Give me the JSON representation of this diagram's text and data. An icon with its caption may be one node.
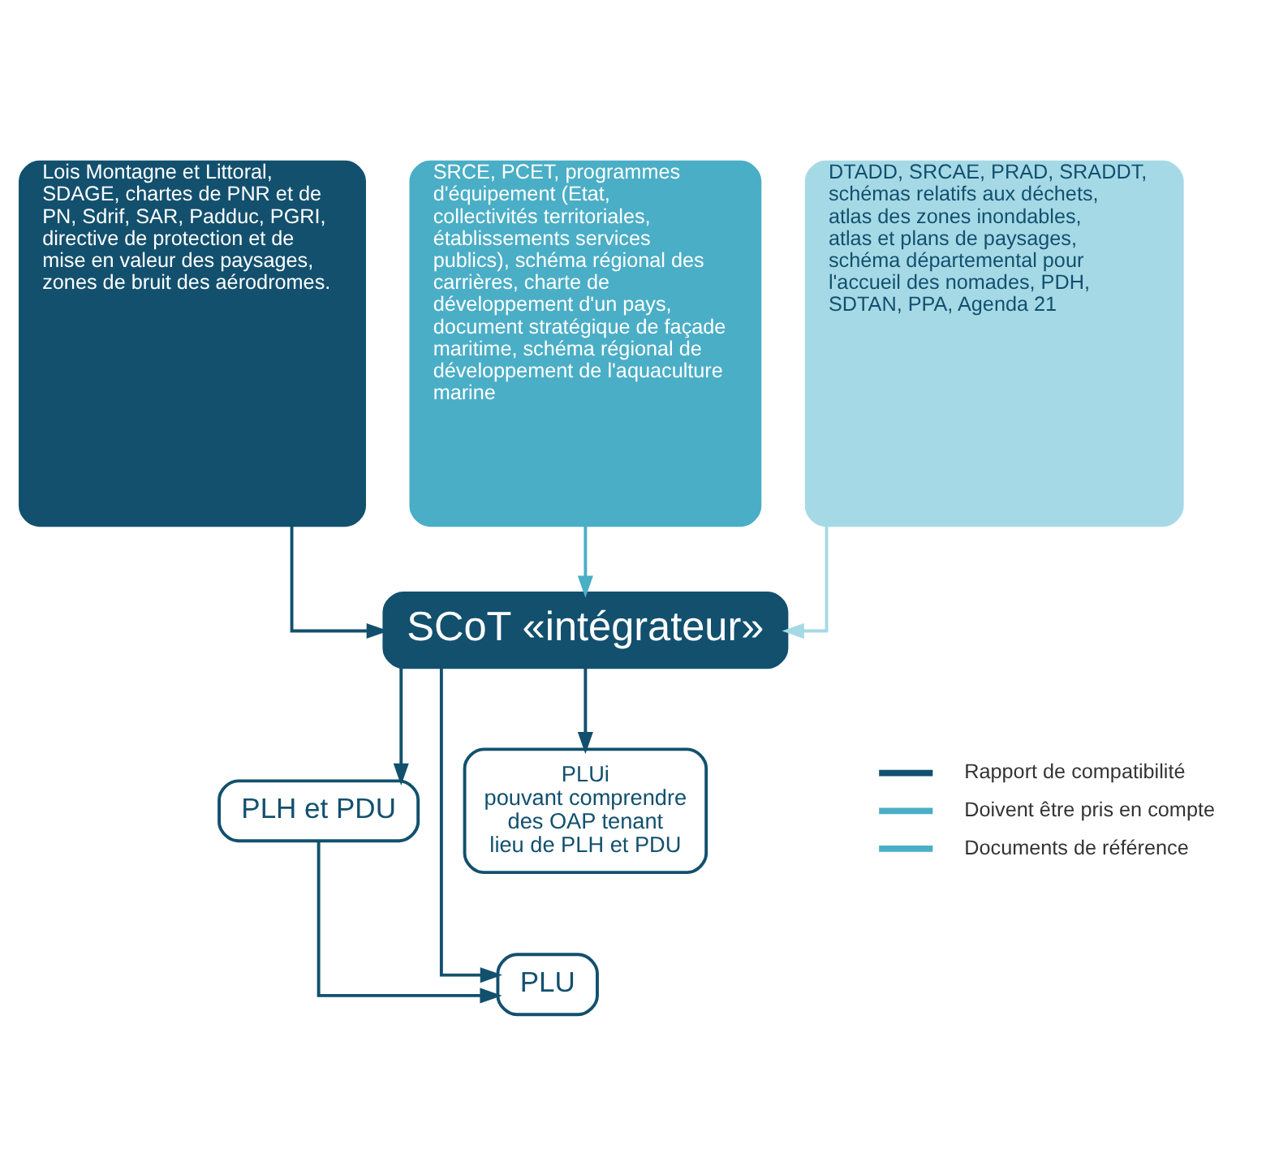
{
  "diagram": {
    "nodes": [
      {
        "text": [
          "Lois Montagne et Littoral, SDAGE, chartes de PNR et de PN, Sdrif, SAR, Padduc, PGRI, directive de protection et de mise en valeur des paysages, zones de bruit des aérodromes."
        ]
      },
      {
        "text": [
          "SRCE, PCET, programmes d'équipement (Etat, collectivités territoriales, établissements services publics), schéma régional des carrières, charte de développement d'un pays, document stratégique de façade maritime, schéma régional de développement de l'aquaculture marine"
        ]
      },
      {
        "text": [
          "DTADD, SRCAE, PRAD, SRADDT, schémas relatifs aux déchets, atlas des zones inondables, atlas et plans de paysages, schéma départemental pour l'accueil des nomades, PDH, SDTAN, PPA, Agenda 21"
        ]
      },
      {
        "text": [
          "SCoT «intégrateur»"
        ]
      },
      {
        "text": [
          "PLH et PDU"
        ]
      },
      {
        "text": [
          "PLUi",
          "pouvant comprendre des OAP tenant lieu de PLH et PDU"
        ]
      },
      {
        "text": [
          "PLU"
        ]
      }
    ],
    "edges": [
      {
        "from": 0,
        "to": 3,
        "arrow": "to"
      },
      {
        "from": 1,
        "to": 3,
        "arrow": "to",
        "color": "#4aaec6"
      },
      {
        "from": 2,
        "to": 3,
        "arrow": "to",
        "color": "#a6d9e6"
      },
      {
        "from": 3,
        "to": 4,
        "arrow": "to"
      },
      {
        "from": 3,
        "to": 6,
        "arrow": "to"
      },
      {
        "from": 3,
        "to": 5,
        "arrow": "to"
      },
      {
        "from": 4,
        "to": 6,
        "arrow": "to"
      }
    ],
    "legend": [
      {
        "text": "Rapport de compatibilité",
        "color": "#12506e"
      },
      {
        "text": "Doivent être pris en compte",
        "color": "#4aaec6"
      },
      {
        "text": "Documents de référence",
        "color": "#4aaec6"
      }
    ]
  }
}
